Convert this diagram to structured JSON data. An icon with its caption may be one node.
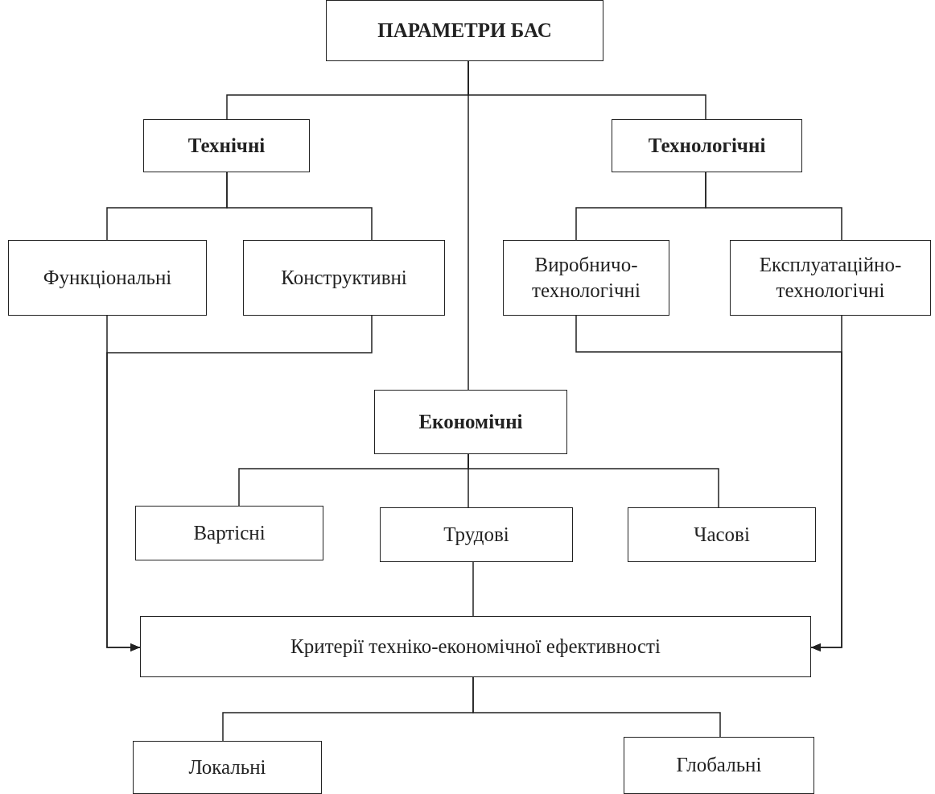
{
  "diagram": {
    "nodes": [
      {
        "text": [
          "ПАРАМЕТРИ БАС"
        ]
      },
      {
        "text": [
          "Технічні"
        ]
      },
      {
        "text": [
          "Технологічні"
        ]
      },
      {
        "text": [
          "Функціональні"
        ]
      },
      {
        "text": [
          "Конструктивні"
        ]
      },
      {
        "text": [
          "Виробничо-технологічні"
        ]
      },
      {
        "text": [
          "Експлуатаційно-технологічні"
        ]
      },
      {
        "text": [
          "Економічні"
        ]
      },
      {
        "text": [
          "Вартісні"
        ]
      },
      {
        "text": [
          "Трудові"
        ]
      },
      {
        "text": [
          "Часові"
        ]
      },
      {
        "text": [
          "Критерії техніко-економічної ефективності"
        ]
      },
      {
        "text": [
          "Локальні"
        ]
      },
      {
        "text": [
          "Глобальні"
        ]
      }
    ],
    "edges": [
      {
        "from": 0,
        "to": 1,
        "arrow": "none"
      },
      {
        "from": 0,
        "to": 2,
        "arrow": "none"
      },
      {
        "from": 0,
        "to": 7,
        "arrow": "none"
      },
      {
        "from": 1,
        "to": 3,
        "arrow": "none"
      },
      {
        "from": 1,
        "to": 4,
        "arrow": "none"
      },
      {
        "from": 2,
        "to": 5,
        "arrow": "none"
      },
      {
        "from": 2,
        "to": 6,
        "arrow": "none"
      },
      {
        "from": 3,
        "to": 11,
        "arrow": "to"
      },
      {
        "from": 4,
        "to": 11,
        "arrow": "to"
      },
      {
        "from": 5,
        "to": 11,
        "arrow": "to"
      },
      {
        "from": 6,
        "to": 11,
        "arrow": "to"
      },
      {
        "from": 7,
        "to": 8,
        "arrow": "none"
      },
      {
        "from": 7,
        "to": 9,
        "arrow": "none"
      },
      {
        "from": 7,
        "to": 10,
        "arrow": "none"
      },
      {
        "from": 9,
        "to": 11,
        "arrow": "none"
      },
      {
        "from": 11,
        "to": 12,
        "arrow": "none"
      },
      {
        "from": 11,
        "to": 13,
        "arrow": "none"
      }
    ]
  }
}
